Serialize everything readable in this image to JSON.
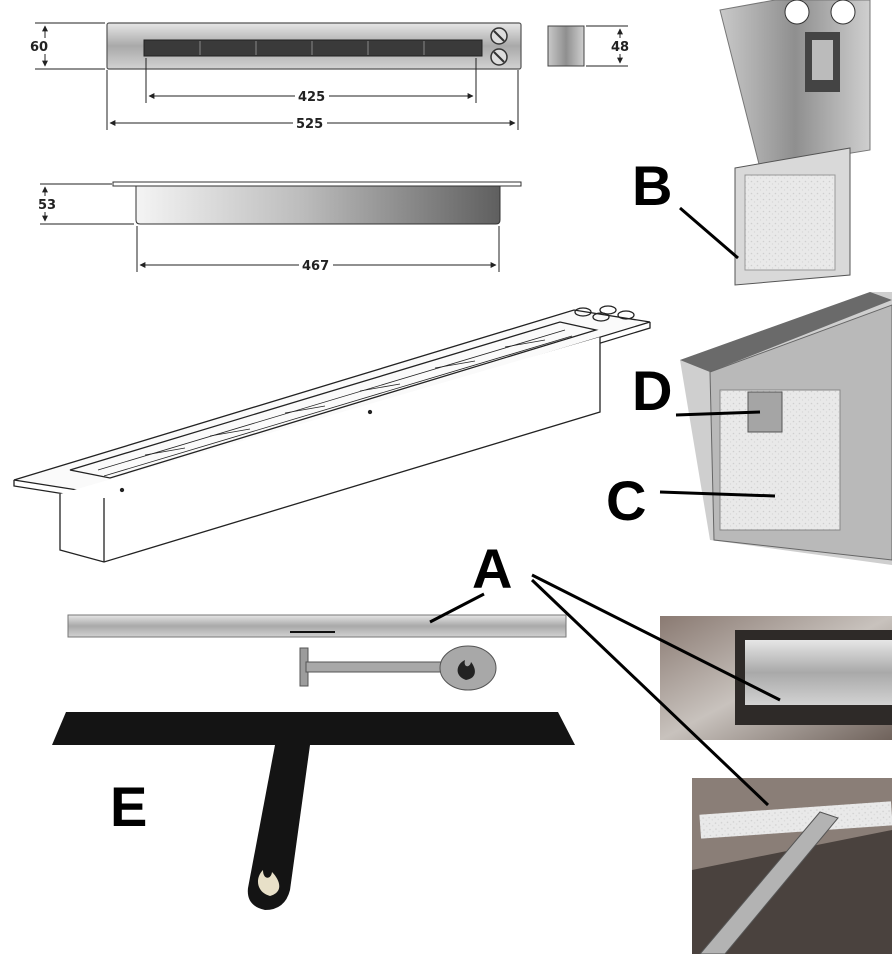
{
  "dimensions": {
    "top_height": "60",
    "side_height": "48",
    "slot_length": "425",
    "total_length": "525",
    "tank_height": "53",
    "tank_length": "467"
  },
  "callouts": {
    "a": "A",
    "b": "B",
    "c": "C",
    "d": "D",
    "e": "E"
  },
  "colors": {
    "steel": "#b9b9b9",
    "steel_dark": "#7d7d7d",
    "black_plate": "#141414",
    "ink": "#222222"
  }
}
